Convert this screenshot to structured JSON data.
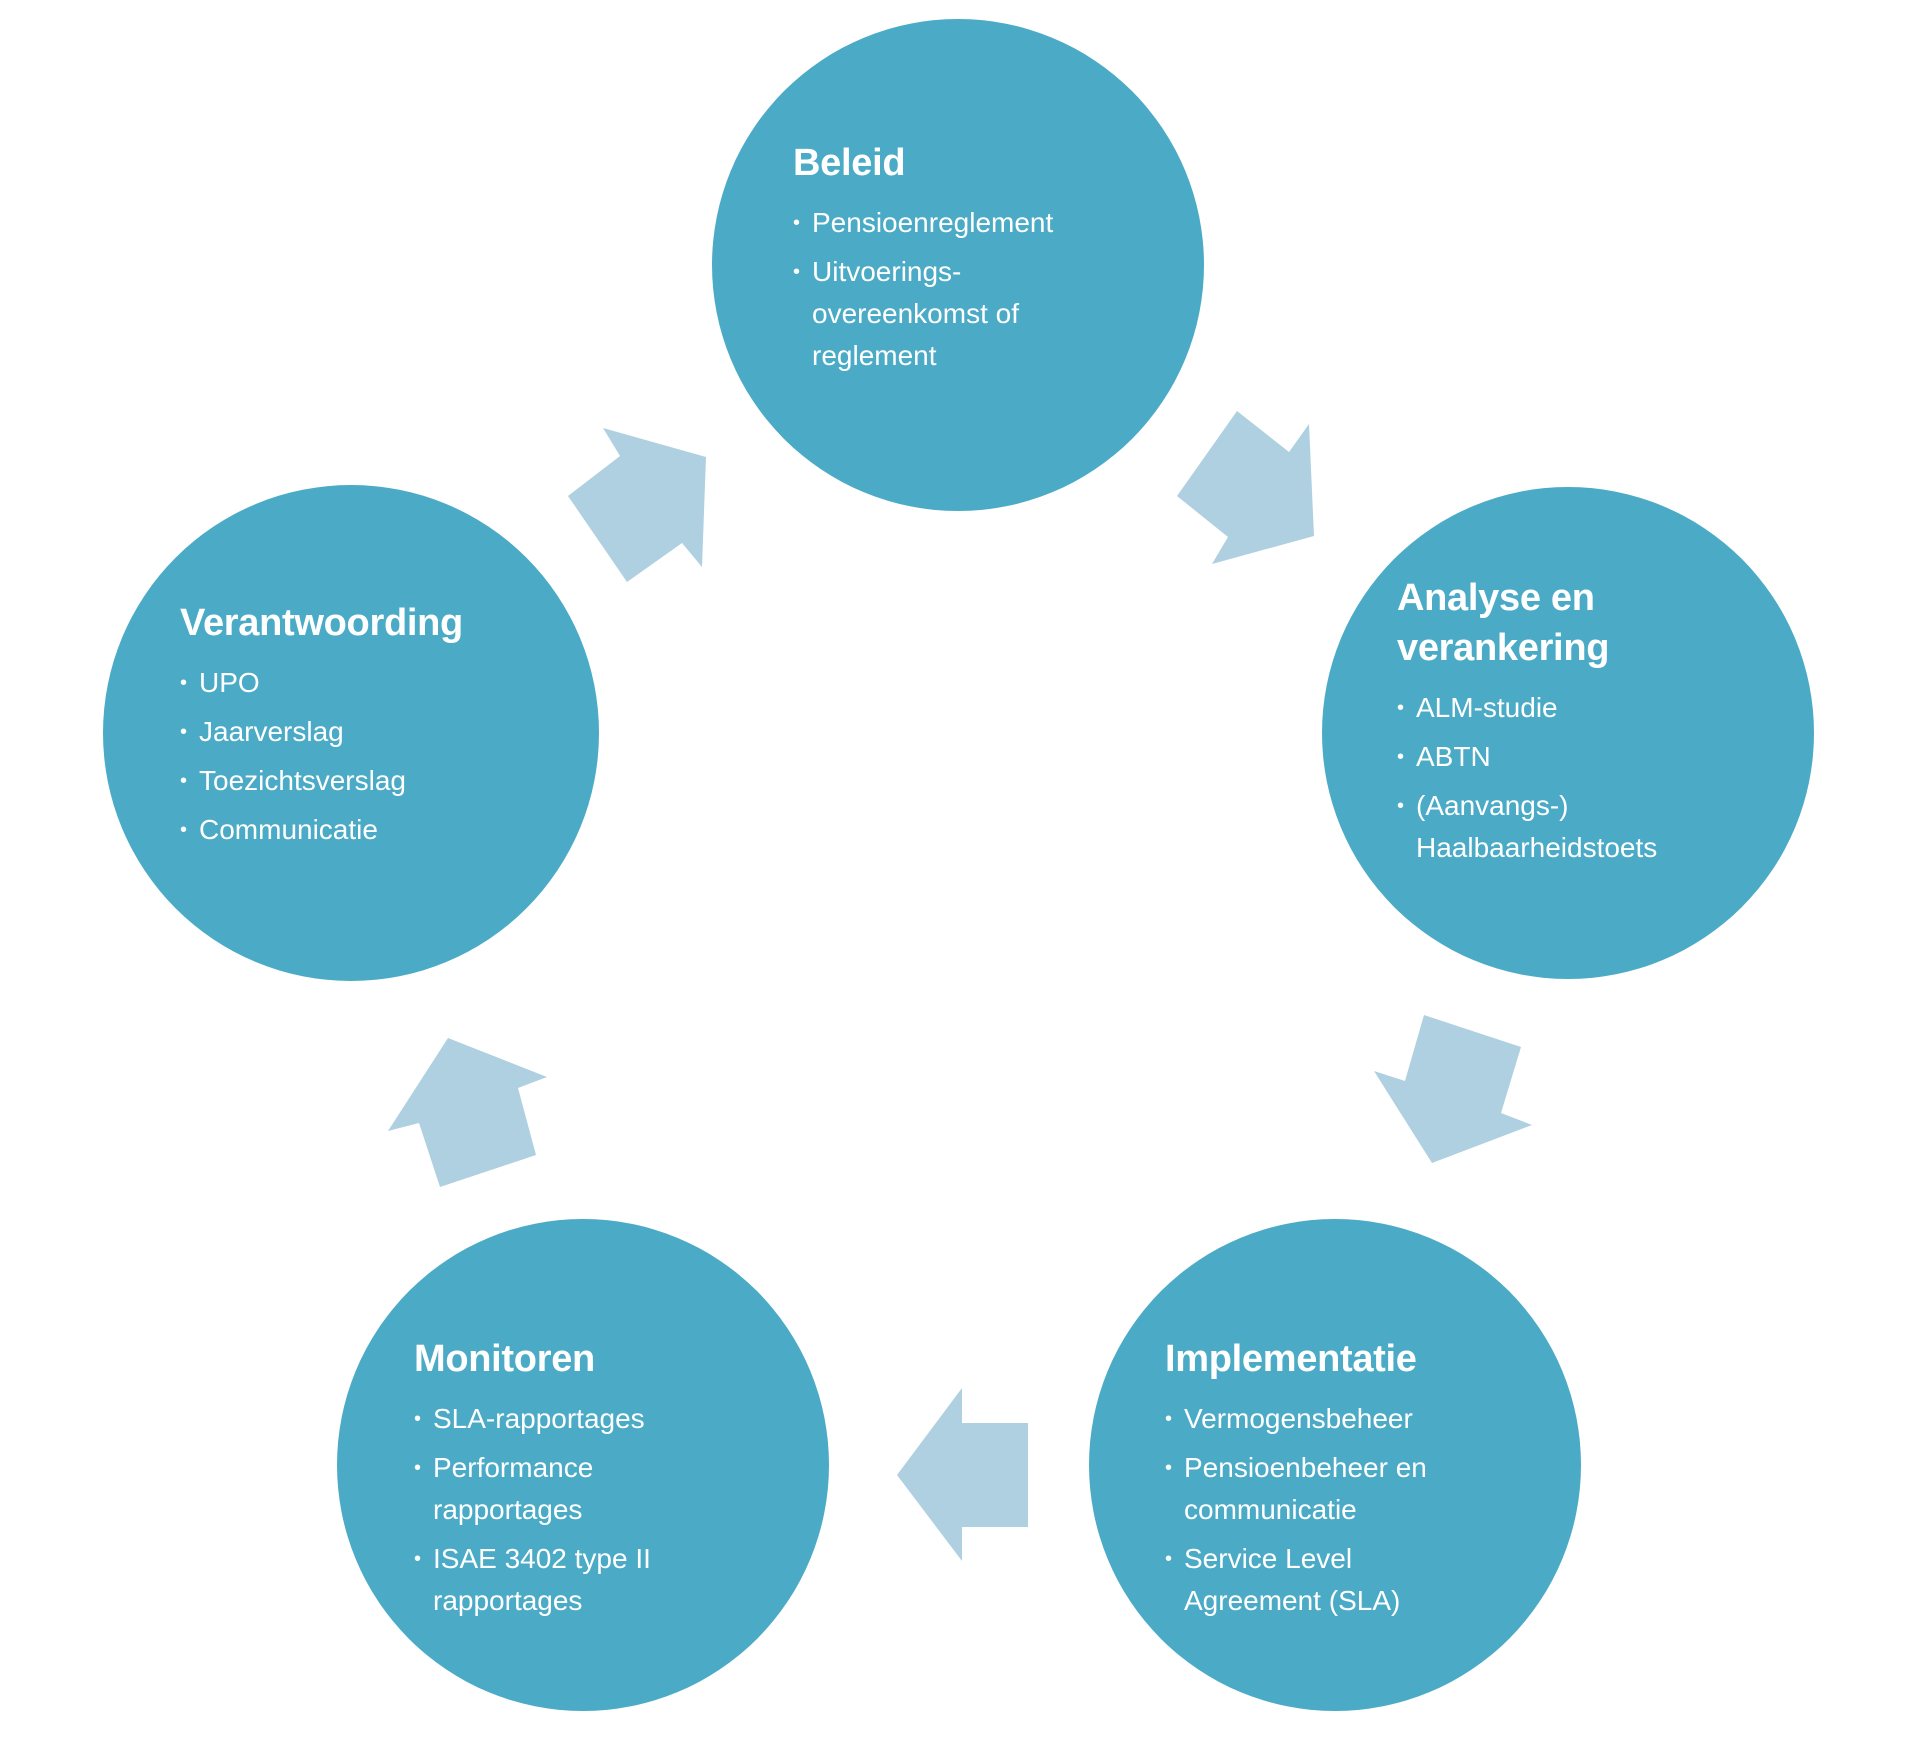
{
  "diagram": {
    "type": "cycle",
    "colors": {
      "circle": "#4BABC6",
      "arrow": "#AFD0E0",
      "text": "#FFFFFF",
      "background": "#FFFFFF"
    },
    "bullet_glyph": "•",
    "nodes": [
      {
        "id": "beleid",
        "title_lines": [
          "Beleid"
        ],
        "items": [
          {
            "lines": [
              "Pensioenreglement"
            ]
          },
          {
            "lines": [
              "Uitvoerings-",
              "overeenkomst of",
              "reglement"
            ]
          }
        ]
      },
      {
        "id": "analyse",
        "title_lines": [
          "Analyse en",
          "verankering"
        ],
        "items": [
          {
            "lines": [
              "ALM-studie"
            ]
          },
          {
            "lines": [
              "ABTN"
            ]
          },
          {
            "lines": [
              "(Aanvangs-)",
              "Haalbaarheidstoets"
            ]
          }
        ]
      },
      {
        "id": "implementatie",
        "title_lines": [
          "Implementatie"
        ],
        "items": [
          {
            "lines": [
              "Vermogensbeheer"
            ]
          },
          {
            "lines": [
              "Pensioenbeheer en",
              "communicatie"
            ]
          },
          {
            "lines": [
              "Service Level",
              "Agreement (SLA)"
            ]
          }
        ]
      },
      {
        "id": "monitoren",
        "title_lines": [
          "Monitoren"
        ],
        "items": [
          {
            "lines": [
              "SLA-rapportages"
            ]
          },
          {
            "lines": [
              "Performance",
              "rapportages"
            ]
          },
          {
            "lines": [
              "ISAE 3402 type II",
              "rapportages"
            ]
          }
        ]
      },
      {
        "id": "verantwoording",
        "title_lines": [
          "Verantwoording"
        ],
        "items": [
          {
            "lines": [
              "UPO"
            ]
          },
          {
            "lines": [
              "Jaarverslag"
            ]
          },
          {
            "lines": [
              "Toezichtsverslag"
            ]
          },
          {
            "lines": [
              "Communicatie"
            ]
          }
        ]
      }
    ],
    "arrows": [
      {
        "from": "beleid",
        "to": "analyse",
        "icon": "arrow-down-right-icon"
      },
      {
        "from": "analyse",
        "to": "implementatie",
        "icon": "arrow-down-left-icon"
      },
      {
        "from": "implementatie",
        "to": "monitoren",
        "icon": "arrow-left-icon"
      },
      {
        "from": "monitoren",
        "to": "verantwoording",
        "icon": "arrow-up-left-icon"
      },
      {
        "from": "verantwoording",
        "to": "beleid",
        "icon": "arrow-up-right-icon"
      }
    ]
  }
}
